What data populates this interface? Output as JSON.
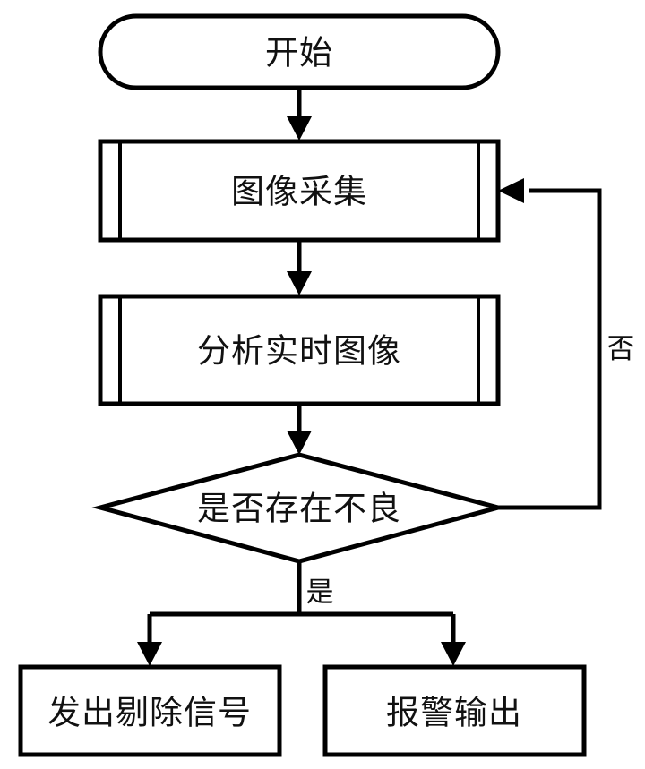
{
  "diagram": {
    "kind": "flowchart",
    "orientation": "top-to-bottom",
    "language": "zh-CN",
    "background_color": "#ffffff",
    "line_color": "#000000",
    "text_color": "#111111",
    "nodes": [
      {
        "id": "start",
        "shape": "stadium",
        "label": "开始"
      },
      {
        "id": "capture",
        "shape": "predefined-process",
        "label": "图像采集"
      },
      {
        "id": "analyze",
        "shape": "predefined-process",
        "label": "分析实时图像"
      },
      {
        "id": "decision",
        "shape": "diamond",
        "label": "是否存在不良"
      },
      {
        "id": "reject",
        "shape": "rectangle",
        "label": "发出剔除信号"
      },
      {
        "id": "alarm",
        "shape": "rectangle",
        "label": "报警输出"
      }
    ],
    "edges": [
      {
        "id": "start-to-capture",
        "from": "start",
        "to": "capture",
        "label": ""
      },
      {
        "id": "capture-to-analyze",
        "from": "capture",
        "to": "analyze",
        "label": ""
      },
      {
        "id": "analyze-to-decision",
        "from": "analyze",
        "to": "decision",
        "label": ""
      },
      {
        "id": "decision-no-loop",
        "from": "decision",
        "to": "capture",
        "label": "否"
      },
      {
        "id": "decision-yes",
        "from": "decision",
        "to": "reject",
        "label": "是"
      },
      {
        "id": "decision-yes-alarm",
        "from": "decision",
        "to": "alarm",
        "label": ""
      }
    ]
  }
}
